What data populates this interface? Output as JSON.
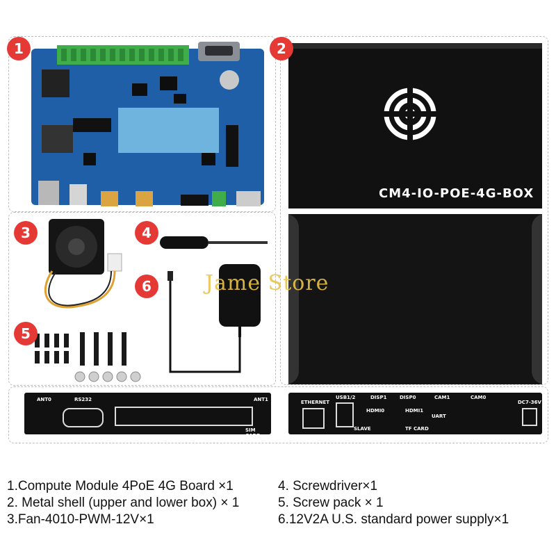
{
  "badges": [
    "1",
    "2",
    "3",
    "4",
    "5",
    "6"
  ],
  "box_label": "CM4-IO-POE-4G-BOX",
  "watermark": "Jame Store",
  "left_plate": {
    "ant0": "ANT0",
    "rs232": "RS232",
    "ant1": "ANT1",
    "sim": "SIM CARD"
  },
  "right_plate": {
    "ethernet": "ETHERNET",
    "usb": "USB1/2",
    "disp1": "DISP1",
    "disp0": "DISP0",
    "cam1": "CAM1",
    "cam0": "CAM0",
    "hdmi0": "HDMI0",
    "hdmi1": "HDMI1",
    "uart": "UART",
    "slave": "SLAVE",
    "tfcard": "TF CARD",
    "dc": "DC7-36V"
  },
  "captions": {
    "left": [
      "1.Compute Module 4PoE 4G Board ×1",
      "2. Metal shell (upper and lower box) × 1",
      "3.Fan-4010-PWM-12V×1"
    ],
    "right": [
      "4. Screwdriver×1",
      "5. Screw pack × 1",
      "6.12V2A U.S. standard power supply×1"
    ]
  },
  "colors": {
    "badge": "#e53935",
    "pcb": "#1f5fa8",
    "terminal": "#3fae4a",
    "box": "#101010",
    "watermark": "#e8c34a"
  }
}
